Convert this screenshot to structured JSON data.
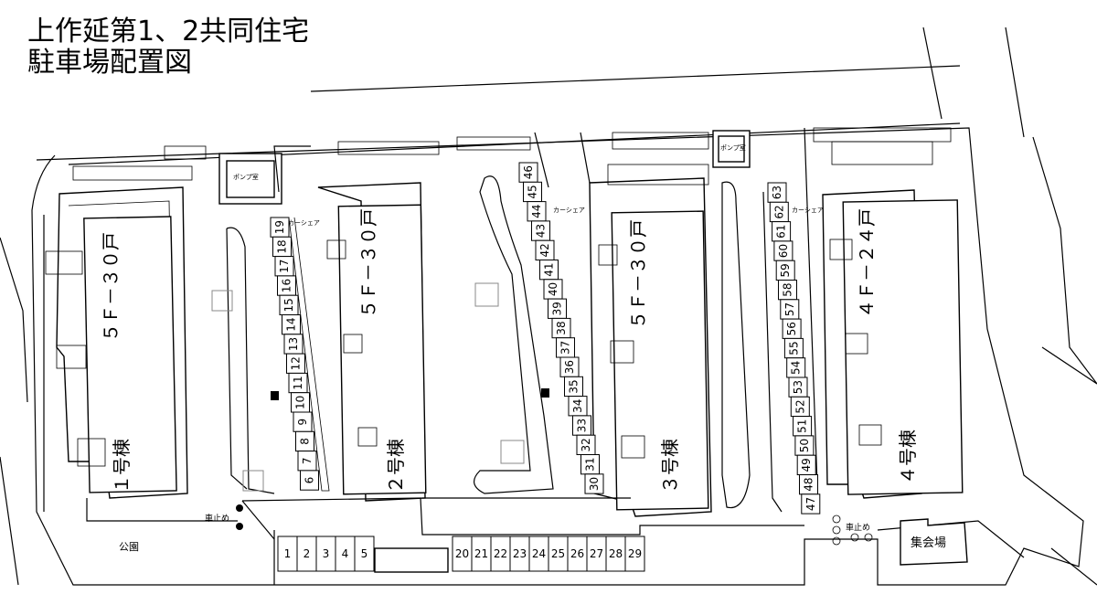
{
  "title": {
    "line1": "上作延第1、2共同住宅",
    "line2": "駐車場配置図"
  },
  "buildings": [
    {
      "units": "５Ｆ－３０戸",
      "name": "１号棟"
    },
    {
      "units": "５Ｆ－３０戸",
      "name": "２号棟"
    },
    {
      "units": "５Ｆ－３０戸",
      "name": "３号棟"
    },
    {
      "units": "４Ｆ－２４戸",
      "name": "４号棟"
    }
  ],
  "labels": {
    "pump_room": "ポンプ室",
    "car_share": "カーシェア",
    "car_stop": "車止め",
    "park": "公園",
    "meeting_hall": "集会場"
  },
  "parking": {
    "row_bottom_a": [
      "1",
      "2",
      "3",
      "4",
      "5"
    ],
    "row_bottom_b": [
      "20",
      "21",
      "22",
      "23",
      "24",
      "25",
      "26",
      "27",
      "28",
      "29"
    ],
    "col_a": [
      "19",
      "18",
      "17",
      "16",
      "15",
      "14",
      "13",
      "12",
      "11",
      "10",
      "9",
      "8",
      "7",
      "6"
    ],
    "col_b": [
      "46",
      "45",
      "44",
      "43",
      "42",
      "41",
      "40",
      "39",
      "38",
      "37",
      "36",
      "35",
      "34",
      "33",
      "32",
      "31",
      "30"
    ],
    "col_c": [
      "63",
      "62",
      "61",
      "60",
      "59",
      "58",
      "57",
      "56",
      "55",
      "54",
      "53",
      "52",
      "51",
      "50",
      "49",
      "48",
      "47"
    ]
  }
}
